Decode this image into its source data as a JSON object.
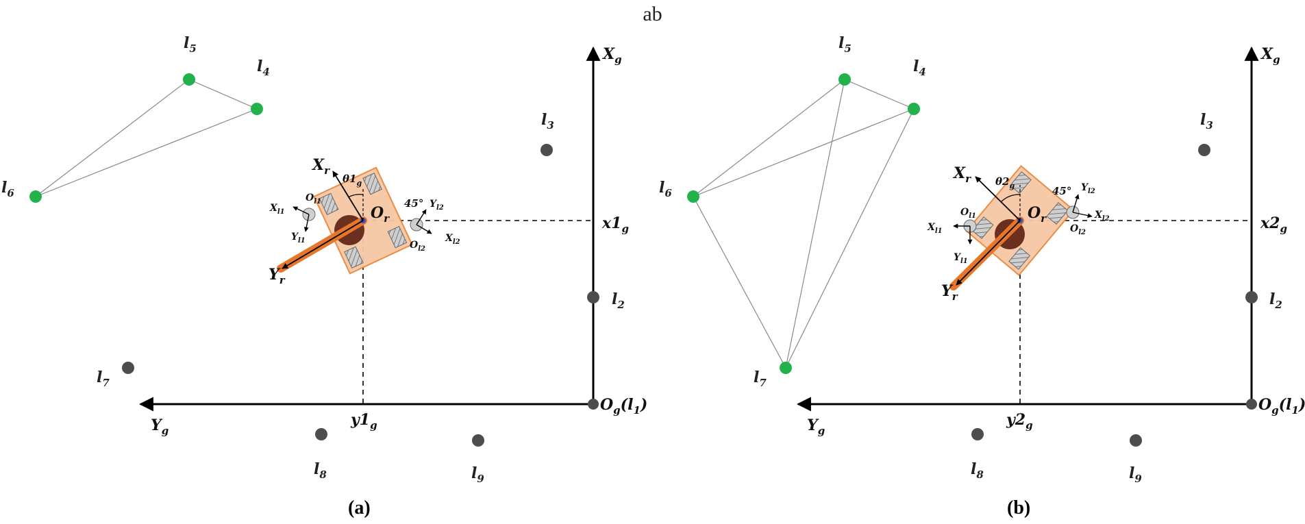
{
  "header": {
    "title": "ab"
  },
  "panels": [
    {
      "id": "a",
      "caption": "(a)",
      "axes": {
        "x_label": "X",
        "x_sub": "g",
        "y_label": "Y",
        "y_sub": "g",
        "origin_label": "O",
        "origin_sub": "g",
        "origin_tail": "(l",
        "origin_tail_sub": "1",
        "origin_tail_end": ")"
      },
      "robot_pos": {
        "x_label": "x1",
        "x_sub": "g",
        "y_label": "y1",
        "y_sub": "g"
      },
      "robot": {
        "xr": "X",
        "xr_sub": "r",
        "yr": "Y",
        "yr_sub": "r",
        "or": "O",
        "or_sub": "r",
        "theta": "θ1",
        "theta_sub": "g",
        "angle": "45°",
        "ol1": "O",
        "ol1_sub": "l1",
        "ol2": "O",
        "ol2_sub": "l2",
        "xl1": "X",
        "xl1_sub": "l1",
        "yl1": "Y",
        "yl1_sub": "l1",
        "xl2": "X",
        "xl2_sub": "l2",
        "yl2": "Y",
        "yl2_sub": "l2"
      },
      "landmarks": [
        {
          "name": "l",
          "sub": "2",
          "state": "not-observed"
        },
        {
          "name": "l",
          "sub": "3",
          "state": "not-observed"
        },
        {
          "name": "l",
          "sub": "4",
          "state": "observed"
        },
        {
          "name": "l",
          "sub": "5",
          "state": "observed"
        },
        {
          "name": "l",
          "sub": "6",
          "state": "observed"
        },
        {
          "name": "l",
          "sub": "7",
          "state": "not-observed"
        },
        {
          "name": "l",
          "sub": "8",
          "state": "not-observed"
        },
        {
          "name": "l",
          "sub": "9",
          "state": "not-observed"
        }
      ]
    },
    {
      "id": "b",
      "caption": "(b)",
      "axes": {
        "x_label": "X",
        "x_sub": "g",
        "y_label": "Y",
        "y_sub": "g",
        "origin_label": "O",
        "origin_sub": "g",
        "origin_tail": "(l",
        "origin_tail_sub": "1",
        "origin_tail_end": ")"
      },
      "robot_pos": {
        "x_label": "x2",
        "x_sub": "g",
        "y_label": "y2",
        "y_sub": "g"
      },
      "robot": {
        "xr": "X",
        "xr_sub": "r",
        "yr": "Y",
        "yr_sub": "r",
        "or": "O",
        "or_sub": "r",
        "theta": "θ2",
        "theta_sub": "g",
        "angle": "45°",
        "ol1": "O",
        "ol1_sub": "l1",
        "ol2": "O",
        "ol2_sub": "l2",
        "xl1": "X",
        "xl1_sub": "l1",
        "yl1": "Y",
        "yl1_sub": "l1",
        "xl2": "X",
        "xl2_sub": "l2",
        "yl2": "Y",
        "yl2_sub": "l2"
      },
      "landmarks": [
        {
          "name": "l",
          "sub": "2",
          "state": "not-observed"
        },
        {
          "name": "l",
          "sub": "3",
          "state": "not-observed"
        },
        {
          "name": "l",
          "sub": "4",
          "state": "observed"
        },
        {
          "name": "l",
          "sub": "5",
          "state": "observed"
        },
        {
          "name": "l",
          "sub": "6",
          "state": "observed"
        },
        {
          "name": "l",
          "sub": "7",
          "state": "observed"
        },
        {
          "name": "l",
          "sub": "8",
          "state": "not-observed"
        },
        {
          "name": "l",
          "sub": "9",
          "state": "not-observed"
        }
      ]
    }
  ],
  "colors": {
    "observed": "#22b24c",
    "unobserved": "#4d4d4d",
    "robot_body": "#f6c8a4",
    "robot_edge": "#e8873a",
    "arm": "#e8762a",
    "wheel": "#6b2f1f"
  }
}
